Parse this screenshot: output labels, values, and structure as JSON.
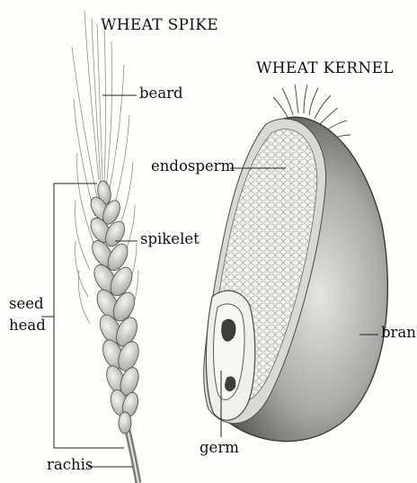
{
  "titles": {
    "spike": "WHEAT SPIKE",
    "kernel": "WHEAT KERNEL"
  },
  "labels": {
    "beard": "beard",
    "endosperm": "endosperm",
    "spikelet": "spikelet",
    "seed": "seed",
    "head": "head",
    "bran": "bran",
    "germ": "germ",
    "rachis": "rachis"
  },
  "colors": {
    "ink": "#111111",
    "kernel_shadow": "#6a6a6a",
    "kernel_light": "#d9d9d9",
    "endosperm_fill": "#f1f1ef",
    "spike_fill": "#cfcfcf"
  }
}
